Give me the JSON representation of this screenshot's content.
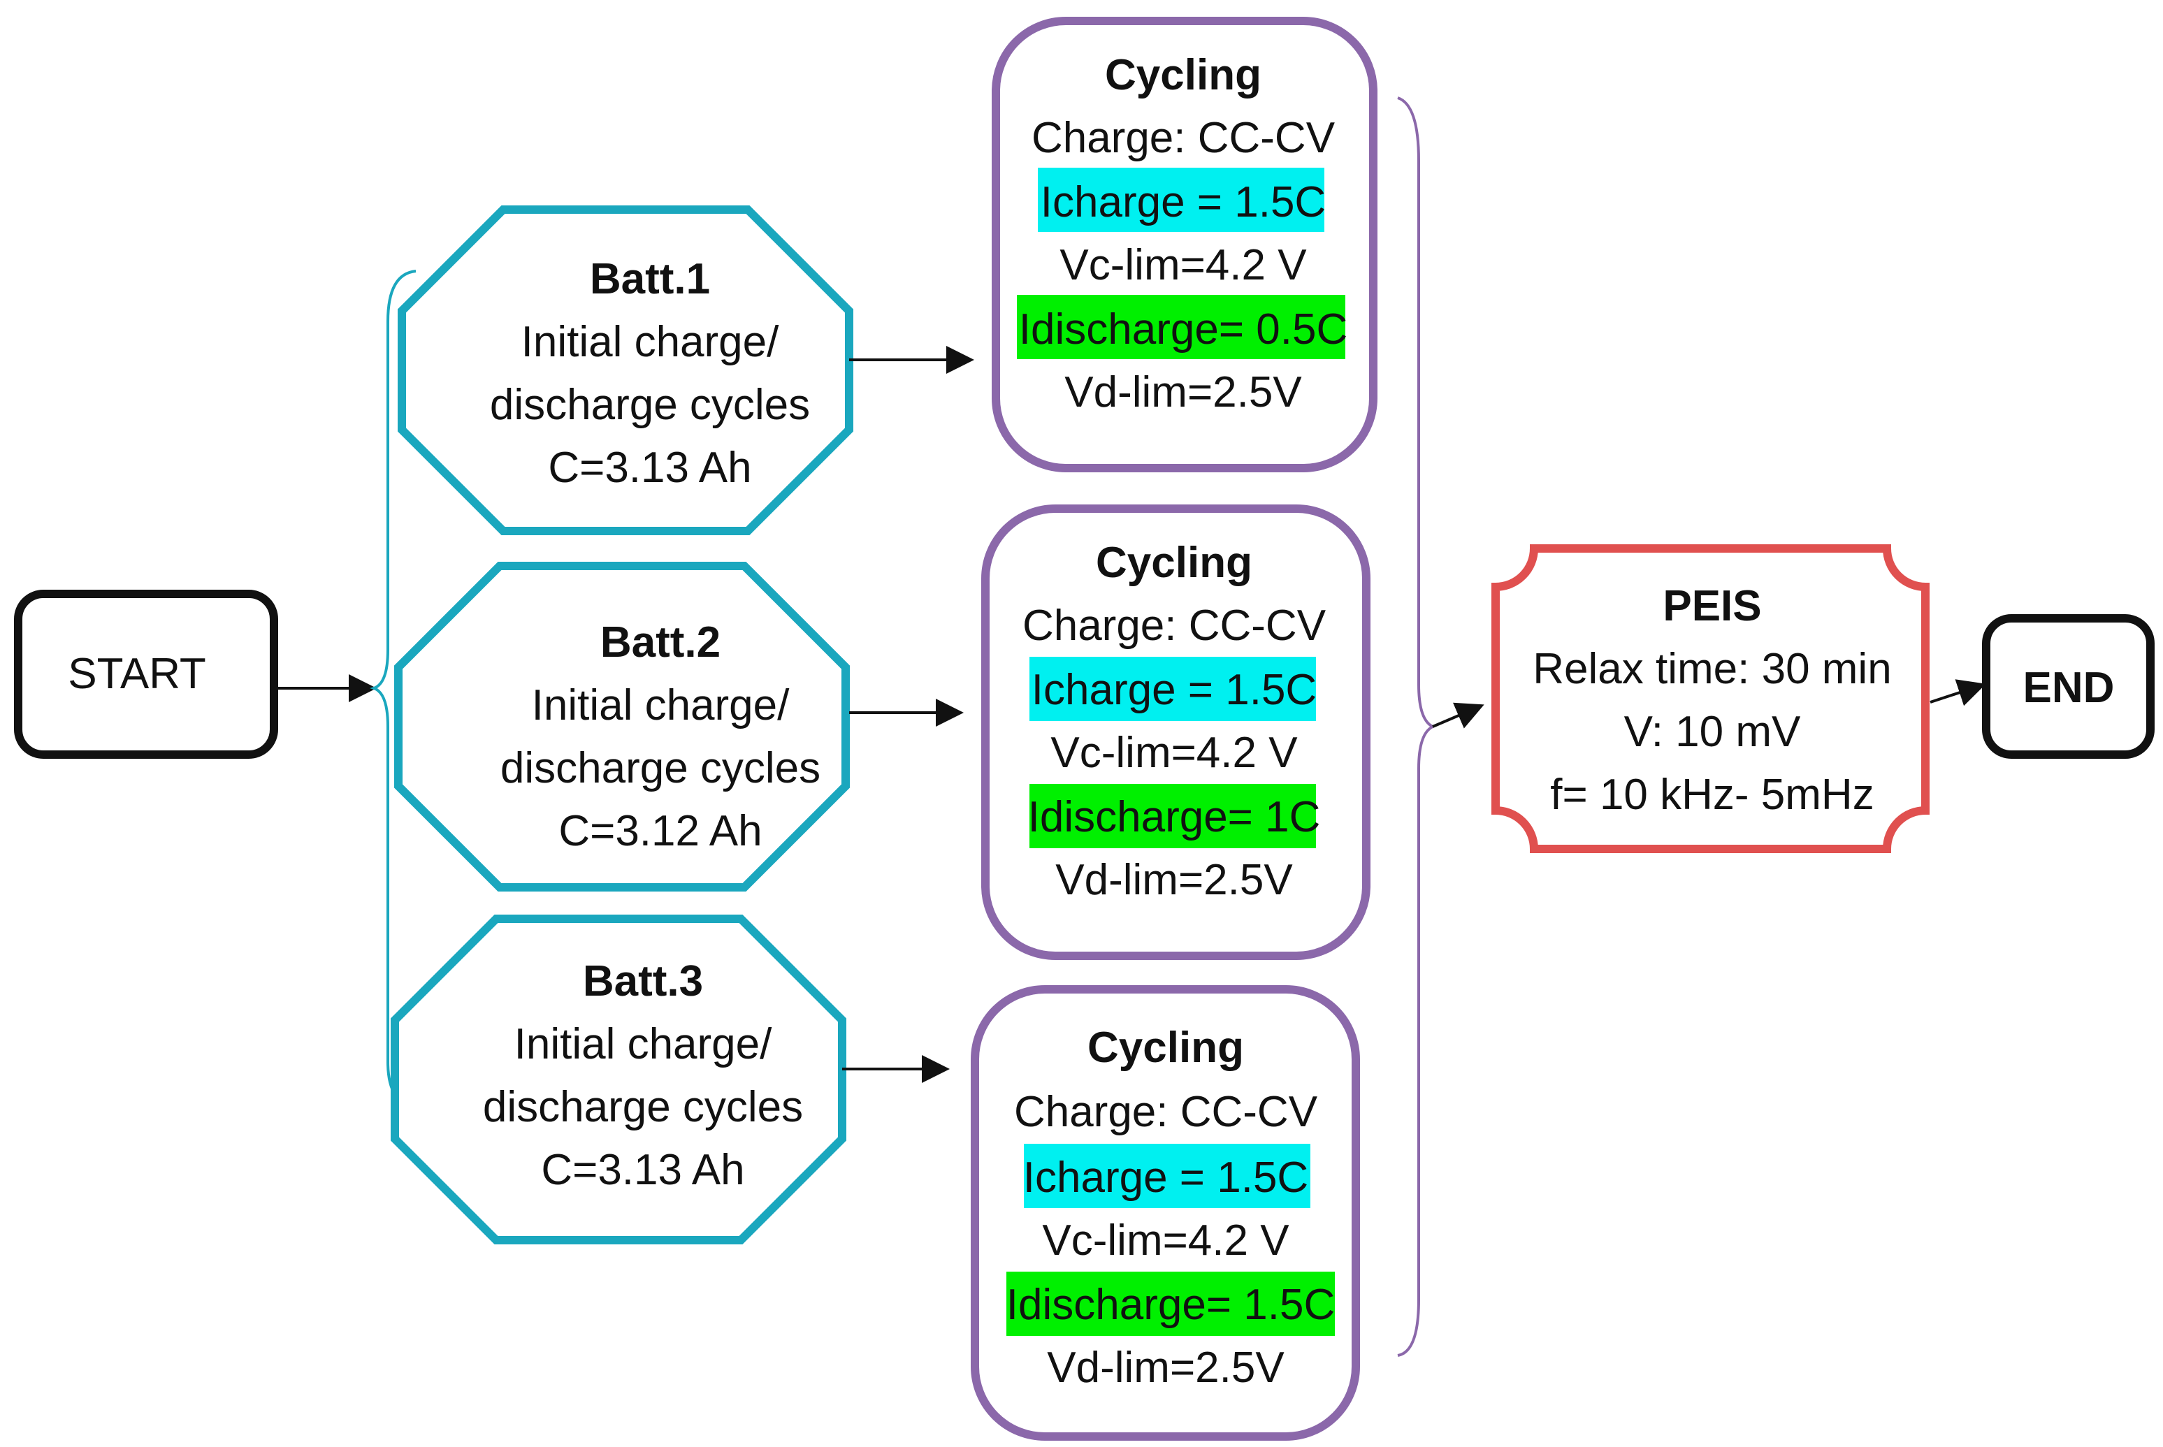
{
  "diagram": {
    "start": {
      "label": "START"
    },
    "end": {
      "label": "END"
    },
    "batteries": [
      {
        "title": "Batt.1",
        "line1": "Initial charge/",
        "line2": "discharge cycles",
        "capacity": "C=3.13 Ah"
      },
      {
        "title": "Batt.2",
        "line1": "Initial charge/",
        "line2": "discharge cycles",
        "capacity": "C=3.12 Ah"
      },
      {
        "title": "Batt.3",
        "line1": "Initial charge/",
        "line2": "discharge cycles",
        "capacity": "C=3.13 Ah"
      }
    ],
    "cycling": [
      {
        "title": "Cycling",
        "charge_mode": "Charge: CC-CV",
        "icharge": "Icharge = 1.5C",
        "vc_lim": "Vc-lim=4.2 V",
        "idischarge": "Idischarge= 0.5C",
        "vd_lim": "Vd-lim=2.5V"
      },
      {
        "title": "Cycling",
        "charge_mode": "Charge: CC-CV",
        "icharge": "Icharge = 1.5C",
        "vc_lim": "Vc-lim=4.2 V",
        "idischarge": "Idischarge= 1C",
        "vd_lim": "Vd-lim=2.5V"
      },
      {
        "title": "Cycling",
        "charge_mode": "Charge: CC-CV",
        "icharge": "Icharge = 1.5C",
        "vc_lim": "Vc-lim=4.2 V",
        "idischarge": "Idischarge= 1.5C",
        "vd_lim": "Vd-lim=2.5V"
      }
    ],
    "peis": {
      "title": "PEIS",
      "relax": "Relax time: 30 min",
      "voltage": "V: 10 mV",
      "frequency": "f= 10 kHz- 5mHz"
    },
    "colors": {
      "battery_border": "#1aa7be",
      "cycling_border": "#8b68aa",
      "peis_border": "#e0504f",
      "terminal_border": "#111111",
      "icharge_highlight": "#00f0f0",
      "idischarge_highlight": "#00f000",
      "brace_left": "#1aa7be",
      "brace_right": "#8b68aa"
    }
  }
}
